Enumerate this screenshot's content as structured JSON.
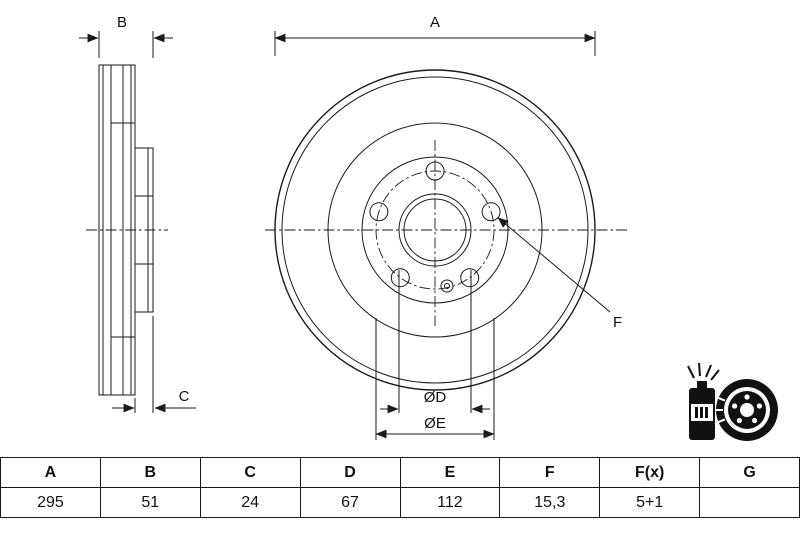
{
  "drawing": {
    "labels": {
      "a": "A",
      "b": "B",
      "c": "C",
      "d": "ØD",
      "e": "ØE",
      "f": "F"
    }
  },
  "table": {
    "headers": [
      "A",
      "B",
      "C",
      "D",
      "E",
      "F",
      "F(x)",
      "G"
    ],
    "values": [
      "295",
      "51",
      "24",
      "67",
      "112",
      "15,3",
      "5+1",
      ""
    ]
  },
  "icons": {
    "pictogram": "spray-can-and-brake-disc-icon"
  },
  "colors": {
    "line": "#1a1a1a",
    "background": "#ffffff"
  }
}
